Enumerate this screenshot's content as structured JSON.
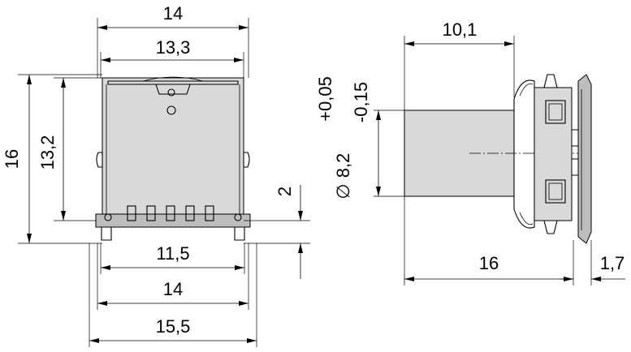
{
  "front_view": {
    "dims": {
      "top_width": "14",
      "top_inner_width": "13,3",
      "height_total": "16",
      "height_inner": "13,2",
      "foot_height": "2",
      "bottom_inner_width": "11,5",
      "bottom_width": "14",
      "bottom_total_width": "15,5"
    }
  },
  "side_view": {
    "dims": {
      "body_length": "10,1",
      "tolerance_plus": "+0,05",
      "tolerance_minus": "-0,15",
      "diameter": "8,2",
      "diameter_symbol": "∅",
      "overall_length": "16",
      "flange_thickness": "1,7"
    }
  },
  "colors": {
    "line": "#000000",
    "body_fill": "#d9d9d9",
    "dark_fill": "#bdbdbd"
  }
}
